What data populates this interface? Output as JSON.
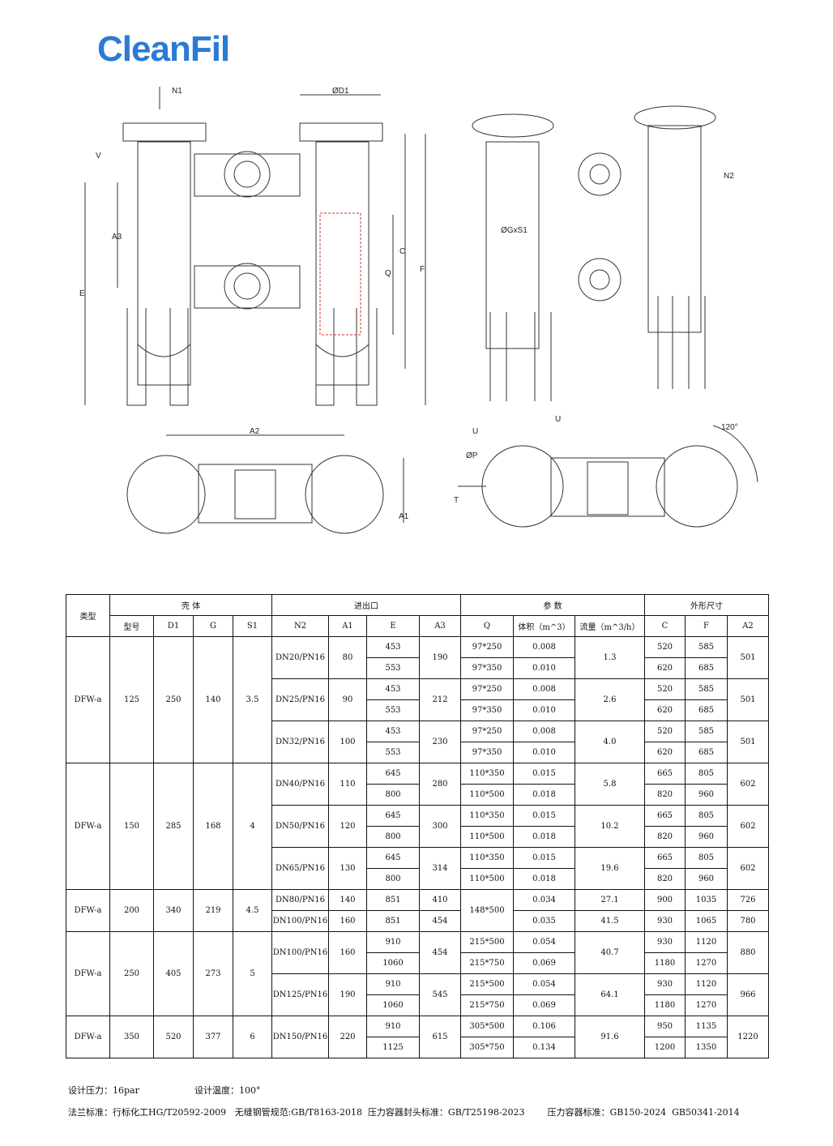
{
  "logo": "CleanFil",
  "drawing_labels": {
    "n1": "N1",
    "d1": "ØD1",
    "v": "V",
    "a3": "A3",
    "e": "E",
    "q": "Q",
    "c": "C",
    "f": "F",
    "gs1": "ØGxS1",
    "n2": "N2",
    "a2": "A2",
    "a1": "A1",
    "u1": "U",
    "u2": "U",
    "p": "ØP",
    "t": "T",
    "angle": "120°"
  },
  "table": {
    "group_headers": [
      "类型",
      "壳 体",
      "进出口",
      "参 数",
      "外形尺寸"
    ],
    "columns": [
      "型号",
      "D1",
      "G",
      "S1",
      "N2",
      "A1",
      "E",
      "A3",
      "Q",
      "体积（m^3）",
      "流量（m^3/h）",
      "C",
      "F",
      "A2"
    ],
    "groups": [
      {
        "type": "DFW-a",
        "model": "125",
        "d1": "250",
        "g": "140",
        "s1": "3.5",
        "subs": [
          {
            "n2": "DN20/PN16",
            "a1": "80",
            "a3": "190",
            "flow": "1.3",
            "a2": "501",
            "rows": [
              {
                "e": "453",
                "q": "97*250",
                "vol": "0.008",
                "c": "520",
                "f": "585"
              },
              {
                "e": "553",
                "q": "97*350",
                "vol": "0.010",
                "c": "620",
                "f": "685"
              }
            ]
          },
          {
            "n2": "DN25/PN16",
            "a1": "90",
            "a3": "212",
            "flow": "2.6",
            "a2": "501",
            "rows": [
              {
                "e": "453",
                "q": "97*250",
                "vol": "0.008",
                "c": "520",
                "f": "585"
              },
              {
                "e": "553",
                "q": "97*350",
                "vol": "0.010",
                "c": "620",
                "f": "685"
              }
            ]
          },
          {
            "n2": "DN32/PN16",
            "a1": "100",
            "a3": "230",
            "flow": "4.0",
            "a2": "501",
            "rows": [
              {
                "e": "453",
                "q": "97*250",
                "vol": "0.008",
                "c": "520",
                "f": "585"
              },
              {
                "e": "553",
                "q": "97*350",
                "vol": "0.010",
                "c": "620",
                "f": "685"
              }
            ]
          }
        ]
      },
      {
        "type": "DFW-a",
        "model": "150",
        "d1": "285",
        "g": "168",
        "s1": "4",
        "subs": [
          {
            "n2": "DN40/PN16",
            "a1": "110",
            "a3": "280",
            "flow": "5.8",
            "a2": "602",
            "rows": [
              {
                "e": "645",
                "q": "110*350",
                "vol": "0.015",
                "c": "665",
                "f": "805"
              },
              {
                "e": "800",
                "q": "110*500",
                "vol": "0.018",
                "c": "820",
                "f": "960"
              }
            ]
          },
          {
            "n2": "DN50/PN16",
            "a1": "120",
            "a3": "300",
            "flow": "10.2",
            "a2": "602",
            "rows": [
              {
                "e": "645",
                "q": "110*350",
                "vol": "0.015",
                "c": "665",
                "f": "805"
              },
              {
                "e": "800",
                "q": "110*500",
                "vol": "0.018",
                "c": "820",
                "f": "960"
              }
            ]
          },
          {
            "n2": "DN65/PN16",
            "a1": "130",
            "a3": "314",
            "flow": "19.6",
            "a2": "602",
            "rows": [
              {
                "e": "645",
                "q": "110*350",
                "vol": "0.015",
                "c": "665",
                "f": "805"
              },
              {
                "e": "800",
                "q": "110*500",
                "vol": "0.018",
                "c": "820",
                "f": "960"
              }
            ]
          }
        ]
      },
      {
        "type": "DFW-a",
        "model": "200",
        "d1": "340",
        "g": "219",
        "s1": "4.5",
        "q_shared": "148*500",
        "subs": [
          {
            "n2": "DN80/PN16",
            "a1": "140",
            "a3": "410",
            "flow": "27.1",
            "a2": "726",
            "rows": [
              {
                "e": "851",
                "vol": "0.034",
                "c": "900",
                "f": "1035"
              }
            ]
          },
          {
            "n2": "DN100/PN16",
            "a1": "160",
            "a3": "454",
            "flow": "41.5",
            "a2": "780",
            "rows": [
              {
                "e": "851",
                "vol": "0.035",
                "c": "930",
                "f": "1065"
              }
            ]
          }
        ]
      },
      {
        "type": "DFW-a",
        "model": "250",
        "d1": "405",
        "g": "273",
        "s1": "5",
        "subs": [
          {
            "n2": "DN100/PN16",
            "a1": "160",
            "a3": "454",
            "flow": "40.7",
            "a2": "880",
            "rows": [
              {
                "e": "910",
                "q": "215*500",
                "vol": "0.054",
                "c": "930",
                "f": "1120"
              },
              {
                "e": "1060",
                "q": "215*750",
                "vol": "0.069",
                "c": "1180",
                "f": "1270"
              }
            ]
          },
          {
            "n2": "DN125/PN16",
            "a1": "190",
            "a3": "545",
            "flow": "64.1",
            "a2": "966",
            "rows": [
              {
                "e": "910",
                "q": "215*500",
                "vol": "0.054",
                "c": "930",
                "f": "1120"
              },
              {
                "e": "1060",
                "q": "215*750",
                "vol": "0.069",
                "c": "1180",
                "f": "1270"
              }
            ]
          }
        ]
      },
      {
        "type": "DFW-a",
        "model": "350",
        "d1": "520",
        "g": "377",
        "s1": "6",
        "subs": [
          {
            "n2": "DN150/PN16",
            "a1": "220",
            "a3": "615",
            "flow": "91.6",
            "a2": "1220",
            "rows": [
              {
                "e": "910",
                "q": "305*500",
                "vol": "0.106",
                "c": "950",
                "f": "1135"
              },
              {
                "e": "1125",
                "q": "305*750",
                "vol": "0.134",
                "c": "1200",
                "f": "1350"
              }
            ]
          }
        ]
      }
    ]
  },
  "footer": {
    "pressure": "设计压力：16par",
    "temperature": "设计温度：100°",
    "standards": "法兰标准：行标化工HG/T20592-2009   无缝钢管规范:GB/T8163-2018  压力容器封头标准：GB/T25198-2023        压力容器标准：GB150-2024  GB50341-2014"
  }
}
